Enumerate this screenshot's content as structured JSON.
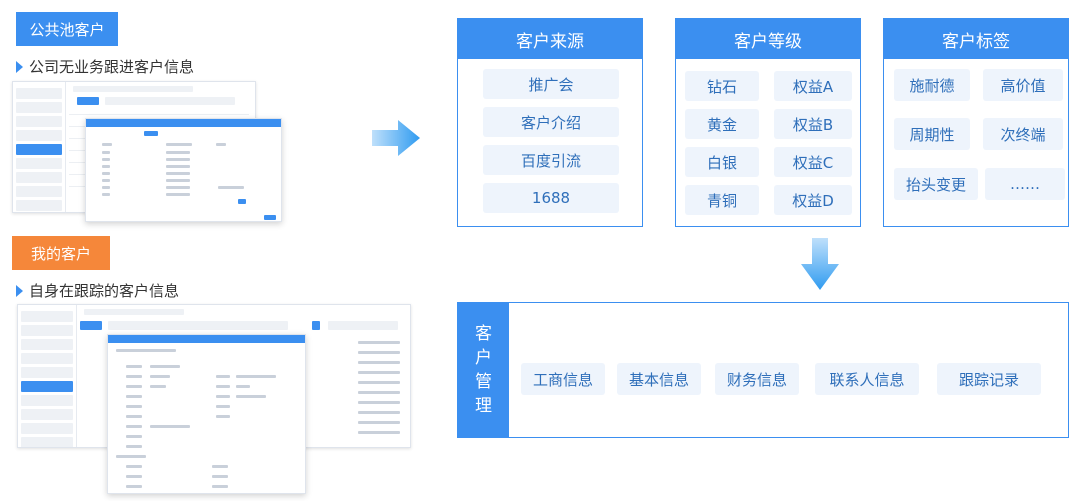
{
  "left": {
    "public_tag": "公共池客户",
    "public_desc": "公司无业务跟进客户信息",
    "my_tag": "我的客户",
    "my_desc": "自身在跟踪的客户信息"
  },
  "panels": {
    "source": {
      "title": "客户来源",
      "items": [
        "推广会",
        "客户介绍",
        "百度引流",
        "1688"
      ]
    },
    "level": {
      "title": "客户等级",
      "items": [
        "钻石",
        "权益A",
        "黄金",
        "权益B",
        "白银",
        "权益C",
        "青铜",
        "权益D"
      ]
    },
    "tags": {
      "title": "客户标签",
      "items": [
        "施耐德",
        "高价值",
        "周期性",
        "次终端",
        "抬头变更",
        "……"
      ]
    }
  },
  "management": {
    "label_chars": [
      "客",
      "户",
      "管",
      "理"
    ],
    "items": [
      "工商信息",
      "基本信息",
      "财务信息",
      "联系人信息",
      "跟踪记录"
    ]
  },
  "colors": {
    "accent": "#3b8ff0",
    "orange": "#f5873a",
    "chip_bg": "#eef4fc"
  },
  "icons": {
    "right_arrow": "arrow-right-icon",
    "down_arrow": "arrow-down-icon",
    "bullet": "chevron-right-icon"
  }
}
